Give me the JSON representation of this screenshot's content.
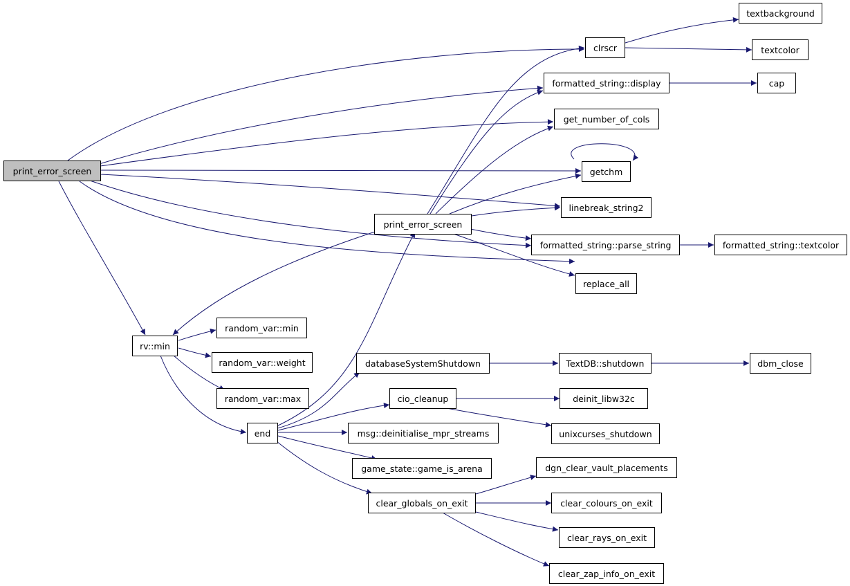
{
  "diagram": {
    "edge_color": "#191970",
    "root_fill": "#bfbfbf",
    "nodes": {
      "root": "print_error_screen",
      "clrscr": "clrscr",
      "textbackground": "textbackground",
      "textcolor": "textcolor",
      "fs_display": "formatted_string::display",
      "cap": "cap",
      "get_cols": "get_number_of_cols",
      "getchm": "getchm",
      "linebreak": "linebreak_string2",
      "pes2": "print_error_screen",
      "fs_parse": "formatted_string::parse_string",
      "fs_textcolor": "formatted_string::textcolor",
      "replace_all": "replace_all",
      "rv_min": "rv::min",
      "random_min": "random_var::min",
      "random_weight": "random_var::weight",
      "random_max": "random_var::max",
      "db_shutdown": "databaseSystemShutdown",
      "textdb_shutdown": "TextDB::shutdown",
      "dbm_close": "dbm_close",
      "cio_cleanup": "cio_cleanup",
      "deinit": "deinit_libw32c",
      "unix_shutdown": "unixcurses_shutdown",
      "end": "end",
      "msg_deinit": "msg::deinitialise_mpr_streams",
      "game_arena": "game_state::game_is_arena",
      "clear_globals": "clear_globals_on_exit",
      "dgn_clear": "dgn_clear_vault_placements",
      "clear_colours": "clear_colours_on_exit",
      "clear_rays": "clear_rays_on_exit",
      "clear_zap": "clear_zap_info_on_exit"
    }
  }
}
